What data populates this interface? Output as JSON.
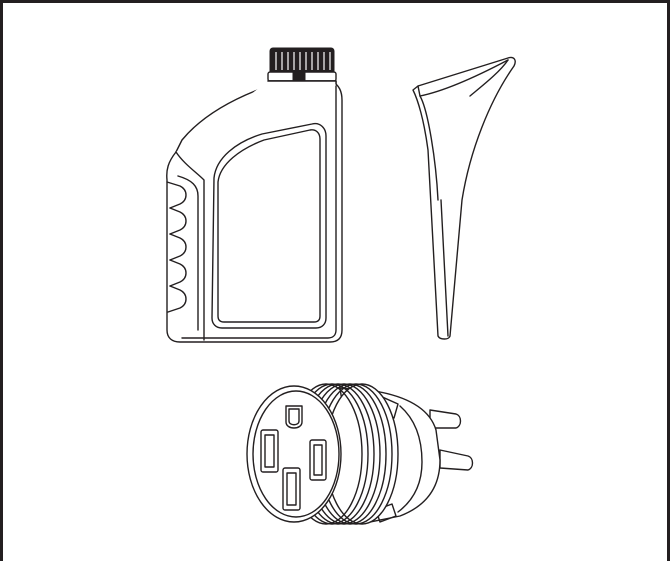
{
  "figure": {
    "items": [
      {
        "name": "oil-bottle",
        "kind": "illustration"
      },
      {
        "name": "funnel",
        "kind": "illustration"
      },
      {
        "name": "plug-adapter",
        "kind": "illustration"
      }
    ],
    "colors": {
      "line": "#231f20",
      "background": "#ffffff"
    }
  }
}
